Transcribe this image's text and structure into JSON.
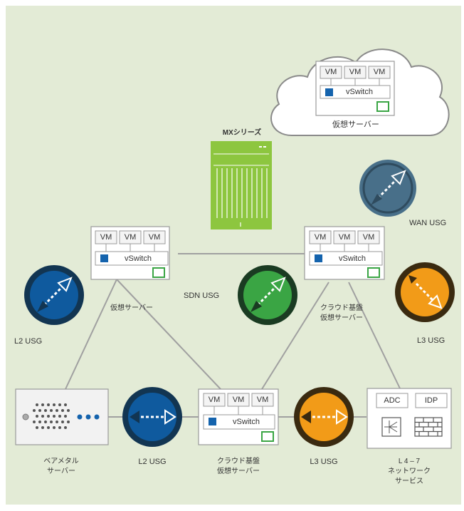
{
  "diagram": {
    "cloud": {
      "vm_labels": [
        "VM",
        "VM",
        "VM"
      ],
      "vswitch_label": "vSwitch",
      "caption": "仮想サーバー"
    },
    "mx": {
      "title": "MXシリーズ"
    },
    "server_left": {
      "vm_labels": [
        "VM",
        "VM",
        "VM"
      ],
      "vswitch_label": "vSwitch",
      "caption": "仮想サーバー"
    },
    "server_right": {
      "vm_labels": [
        "VM",
        "VM",
        "VM"
      ],
      "vswitch_label": "vSwitch",
      "caption_line1": "クラウド基盤",
      "caption_line2": "仮想サーバー"
    },
    "server_bottom": {
      "vm_labels": [
        "VM",
        "VM",
        "VM"
      ],
      "vswitch_label": "vSwitch",
      "caption_line1": "クラウド基盤",
      "caption_line2": "仮想サーバー"
    },
    "baremetal": {
      "caption_line1": "ベアメタル",
      "caption_line2": "サーバー"
    },
    "l47": {
      "adc_label": "ADC",
      "idp_label": "IDP",
      "caption_line1": "L 4 – 7",
      "caption_line2": "ネットワーク",
      "caption_line3": "サービス"
    },
    "usg": {
      "wan": "WAN USG",
      "sdn": "SDN USG",
      "l2_left": "L2 USG",
      "l3_right": "L3 USG",
      "l2_bottom": "L2 USG",
      "l3_bottom": "L3 USG"
    },
    "colors": {
      "background": "#e3ebd6",
      "link": "#a0a0a0",
      "usg_blue": "#0f5a9e",
      "usg_blue_dark": "#123552",
      "usg_green": "#3aa544",
      "usg_orange": "#f29b18",
      "usg_slate": "#486f89",
      "mx_green": "#8dc63f",
      "switch_icon": "#1463ad"
    }
  }
}
